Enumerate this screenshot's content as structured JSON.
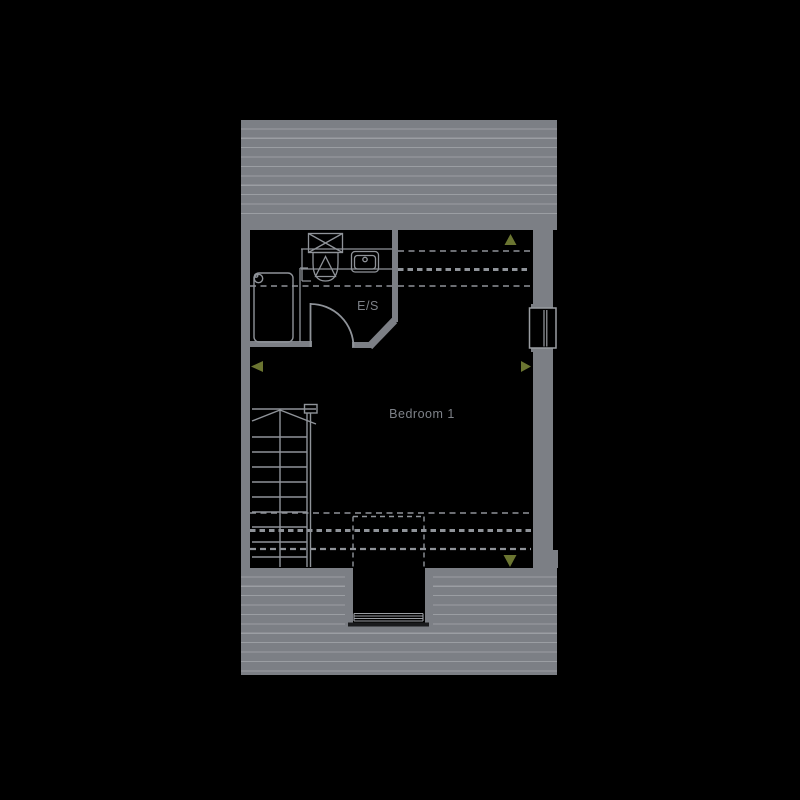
{
  "plan": {
    "type": "floor-plan",
    "rooms": [
      {
        "name": "Bedroom 1"
      },
      {
        "name": "E/S"
      }
    ],
    "fixtures": [
      {
        "name": "shower-tray"
      },
      {
        "name": "toilet"
      },
      {
        "name": "basin"
      }
    ],
    "features": [
      {
        "name": "staircase"
      },
      {
        "name": "door-swing"
      },
      {
        "name": "window-right-wall"
      },
      {
        "name": "dormer-window-bottom"
      },
      {
        "name": "reduced-headroom-dashed-lines"
      }
    ],
    "markers": [
      {
        "name": "dimension-marker-up",
        "direction": "up"
      },
      {
        "name": "dimension-marker-left",
        "direction": "left"
      },
      {
        "name": "dimension-marker-right",
        "direction": "right"
      },
      {
        "name": "dimension-marker-down",
        "direction": "down"
      }
    ],
    "colors": {
      "background": "#000000",
      "wall": "#7c7f85",
      "hatch_line": "#9b9ea3",
      "linework": "#8f9399",
      "label_text": "#7e8289",
      "marker": "#6b7531"
    }
  }
}
